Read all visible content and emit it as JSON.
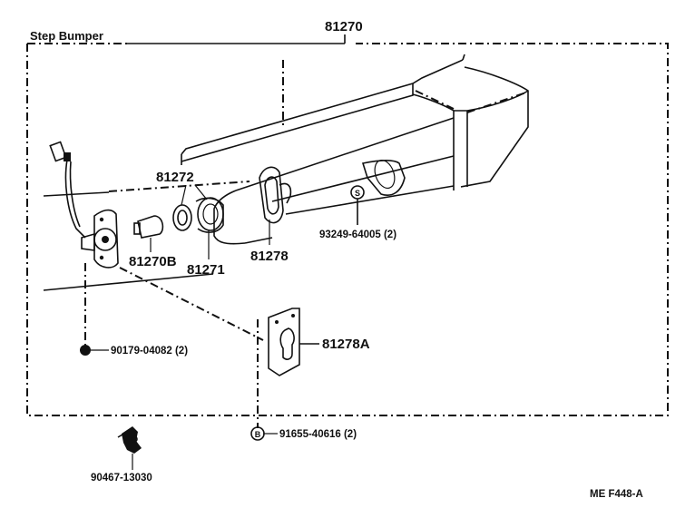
{
  "diagram": {
    "section_title": "Step Bumper",
    "assembly_part": "81270",
    "drawing_code": "ME  F448-A",
    "parts": {
      "p81272": "81272",
      "p81270b": "81270B",
      "p81271": "81271",
      "p81278": "81278",
      "p81278a": "81278A",
      "p93249": "93249-64005 (2)",
      "p90179": "90179-04082 (2)",
      "p91655": "91655-40616 (2)",
      "p90467": "90467-13030"
    },
    "callouts": {
      "s_marker": "S",
      "b_marker": "B"
    }
  }
}
